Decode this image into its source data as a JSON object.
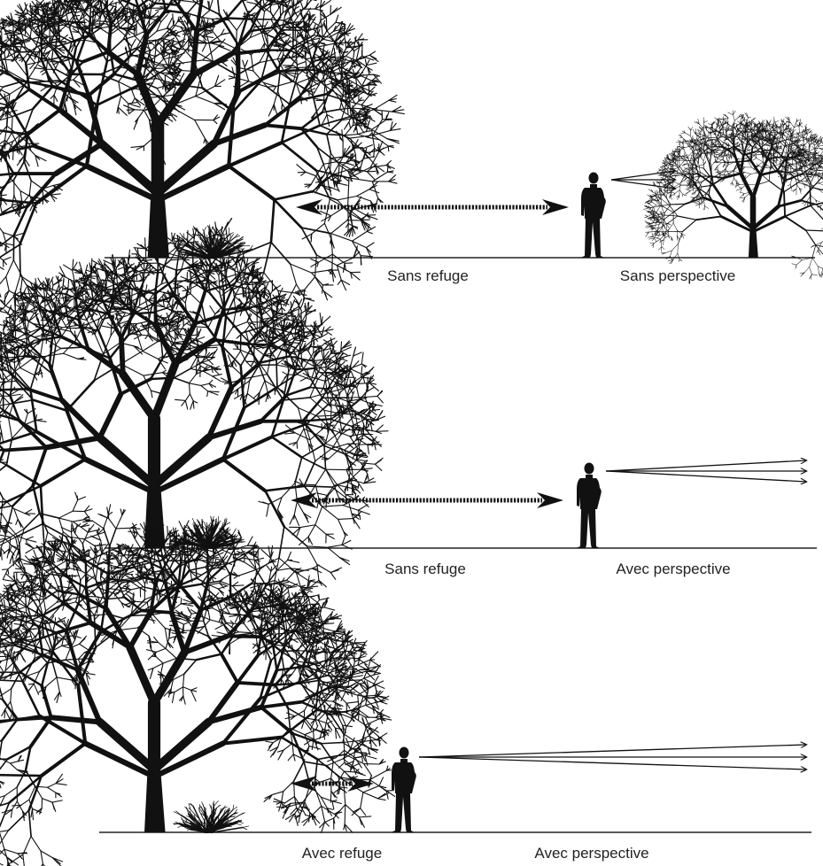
{
  "colors": {
    "silhouette": "#111111",
    "ground": "#222222",
    "text": "#222222",
    "background": "#ffffff"
  },
  "icons": {
    "tree": "tree-icon",
    "bush": "bush-icon",
    "person": "person-icon",
    "double_arrow": "double-arrow-icon",
    "sight_lines": "sight-lines-icon"
  },
  "scenes": [
    {
      "refuge_label": "Sans refuge",
      "perspective_label": "Sans perspective"
    },
    {
      "refuge_label": "Sans refuge",
      "perspective_label": "Avec perspective"
    },
    {
      "refuge_label": "Avec refuge",
      "perspective_label": "Avec perspective"
    }
  ]
}
